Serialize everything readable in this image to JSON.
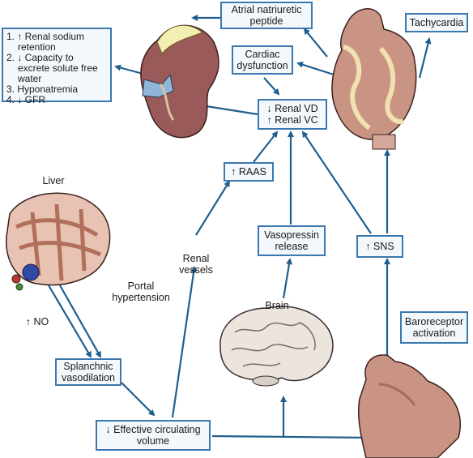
{
  "boxes": {
    "atrial": "Atrial natriuretic\npeptide",
    "tachycardia": "Tachycardia",
    "cardiac": "Cardiac\ndysfunction",
    "renal": "↓ Renal VD\n↑ Renal VC",
    "raas": "↑ RAAS",
    "vasopressin": "Vasopressin\nrelease",
    "sns": "↑ SNS",
    "splanchnic": "Splanchnic\nvasodilation",
    "effective": "↓ Effective circulating\nvolume",
    "baroreceptor": "Baroreceptor\nactivation"
  },
  "renal_effects": [
    "1. ↑ Renal sodium retention",
    "2. ↓ Capacity to excrete solute free water",
    "3.   Hyponatremia",
    "4. ↓ GFR"
  ],
  "labels": {
    "liver": "Liver",
    "brain": "Brain",
    "portal": "Portal\nhypertension",
    "no": "↑ NO",
    "renal_vessels": "Renal\nvessels"
  },
  "colors": {
    "arrow": "#1f5e8e",
    "box_border": "#3a78ad",
    "kidney": "#9b5a5a",
    "heart": "#b07a6e",
    "brain": "#e9e3dc",
    "liver": "#c98c7e"
  }
}
